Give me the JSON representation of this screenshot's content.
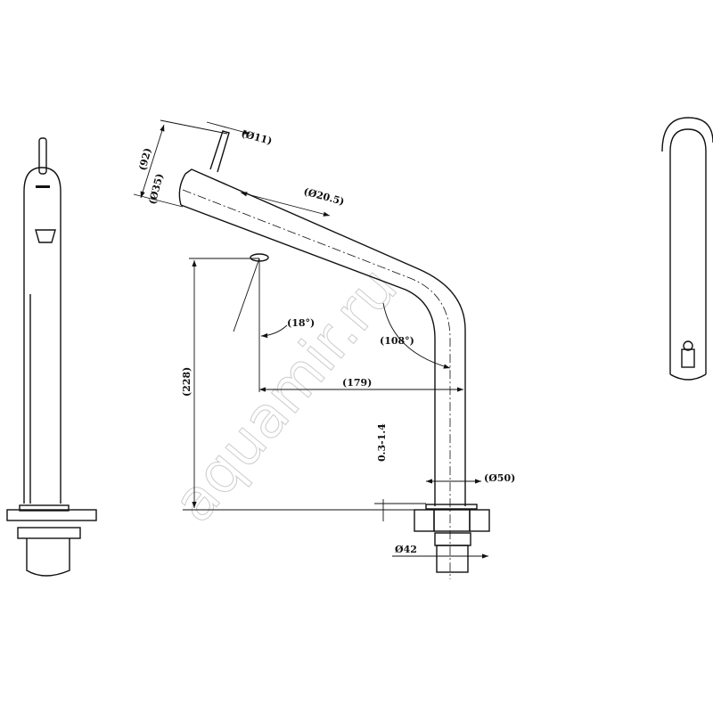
{
  "watermark": "aquamir.ru",
  "dimensions": {
    "lever_diameter": "(Ø11)",
    "lever_height": "(92)",
    "body_diameter": "(Ø35)",
    "spout_diameter": "(Ø20.5)",
    "tilt_angle": "(18°)",
    "bend_angle": "(108°)",
    "spout_reach": "(179)",
    "spout_height": "(228)",
    "countertop_thickness": "0.3-1.4",
    "base_diameter": "(Ø50)",
    "hole_diameter": "Ø42"
  }
}
